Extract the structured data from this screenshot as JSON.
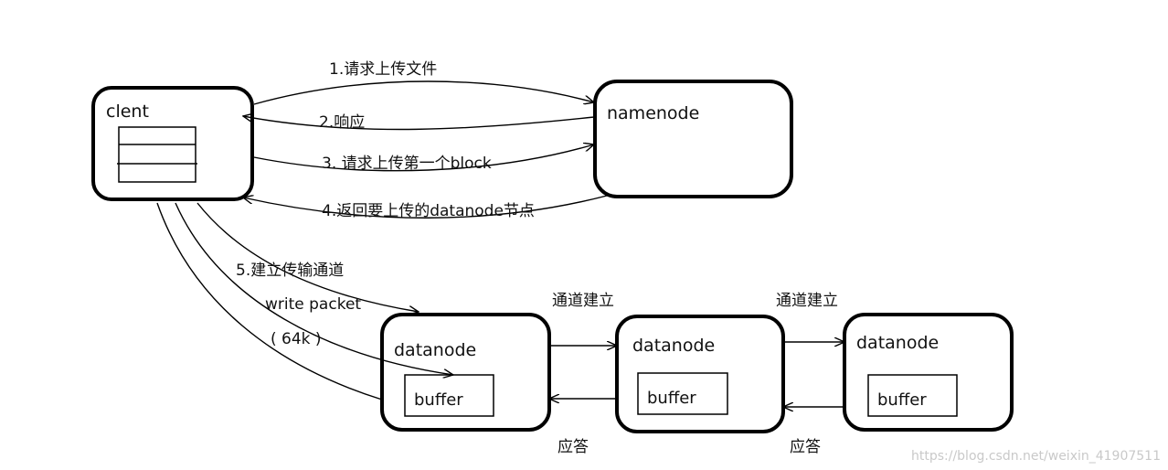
{
  "nodes": {
    "client": {
      "label": "clent"
    },
    "namenode": {
      "label": "namenode"
    },
    "datanode1": {
      "label": "datanode",
      "buffer": "buffer"
    },
    "datanode2": {
      "label": "datanode",
      "buffer": "buffer"
    },
    "datanode3": {
      "label": "datanode",
      "buffer": "buffer"
    }
  },
  "edges": {
    "request_upload": "1.请求上传文件",
    "response": "2.响应",
    "request_block": "3. 请求上传第一个block",
    "return_nodes": "4.返回要上传的datanode节点",
    "build_pipeline": "5.建立传输通道",
    "write_packet": "write packet",
    "packet_size": "( 64k )",
    "pipeline_built_1": "通道建立",
    "pipeline_built_2": "通道建立",
    "ack_1": "应答",
    "ack_2": "应答"
  },
  "watermark": "https://blog.csdn.net/weixin_41907511"
}
